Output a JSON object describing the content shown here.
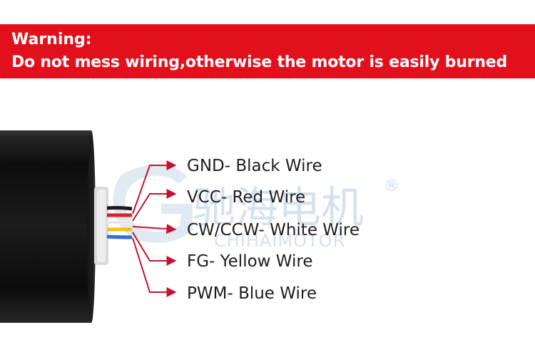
{
  "warning": {
    "title": "Warning:",
    "message": "Do not mess wiring,otherwise the motor is easily burned"
  },
  "wires": [
    {
      "label": "GND- Black Wire",
      "color": "#1a1a1a"
    },
    {
      "label": "VCC- Red Wire",
      "color": "#e02020"
    },
    {
      "label": "CW/CCW- White Wire",
      "color": "#f2f2f2"
    },
    {
      "label": "FG- Yellow Wire",
      "color": "#f2c20f"
    },
    {
      "label": "PWM- Blue Wire",
      "color": "#2f6fd6"
    }
  ],
  "watermark": {
    "chinese": "驰海电机",
    "english": "CHIHAIMOTOR",
    "registered": "®"
  },
  "colors": {
    "banner": "#e1101c",
    "arrow": "#c8102e",
    "motor_body": "#111111",
    "watermark": "#c9d7ea"
  }
}
